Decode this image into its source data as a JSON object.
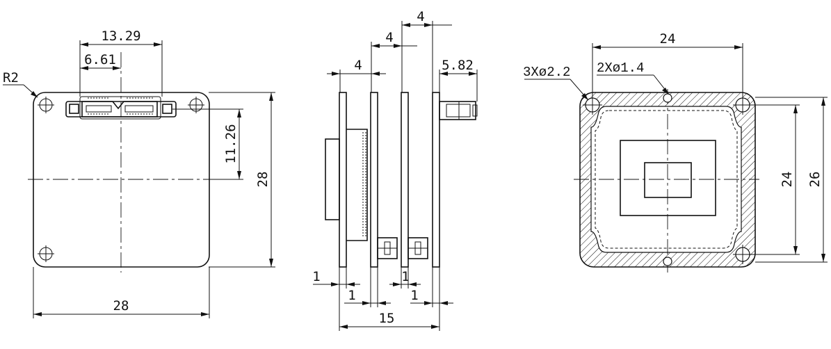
{
  "front_view": {
    "corner_radius_label": "R2",
    "connector_span_label": "13.29",
    "connector_center_label": "6.61",
    "connector_offset_label": "11.26",
    "width_label": "28",
    "height_label": "28"
  },
  "side_view": {
    "top_gap_label": "4",
    "middle_gap_label": "4",
    "lower_gap_label": "4",
    "connector_protrusion_label": "5.82",
    "board_thickness_1_label": "1",
    "board_thickness_2_label": "1",
    "board_thickness_3_label": "1",
    "board_thickness_4_label": "1",
    "total_depth_label": "15"
  },
  "rear_view": {
    "large_holes_label": "3Xø2.2",
    "small_holes_label": "2Xø1.4",
    "width_label": "24",
    "inner_height_label": "24",
    "outer_height_label": "26"
  }
}
